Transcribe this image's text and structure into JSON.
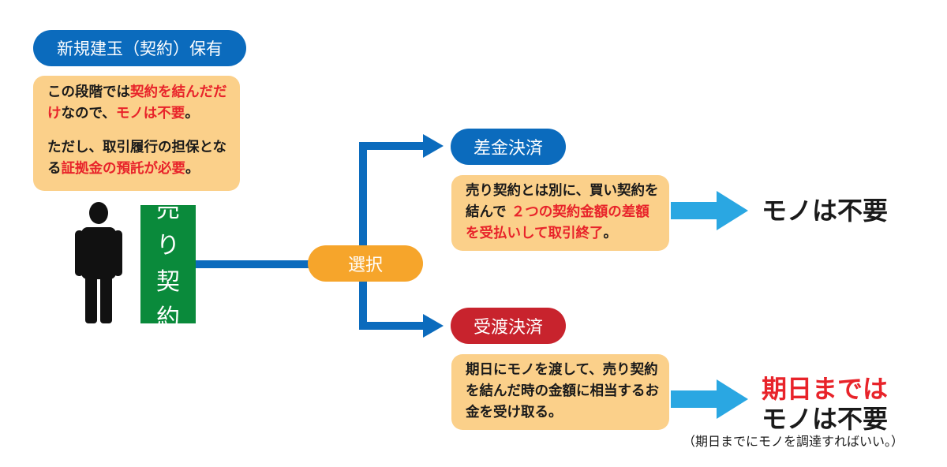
{
  "header": {
    "label": "新規建玉（契約）保有"
  },
  "note_top": {
    "p1": [
      "この段階では",
      "契約を結んだだけ",
      "なので、",
      "モノは不要",
      "。"
    ],
    "p2": [
      "ただし、取引履行の担保となる",
      "証拠金の預託が必要",
      "。"
    ]
  },
  "sell_label": [
    "売",
    "り",
    "契",
    "約"
  ],
  "choice": {
    "label": "選択"
  },
  "branch_top": {
    "label": "差金決済",
    "desc": [
      "売り契約とは別に、買い契約を結んで ",
      "２つの契約金額の差額を受払いして取引終了",
      "。"
    ],
    "result": "モノは不要"
  },
  "branch_bottom": {
    "label": "受渡決済",
    "desc": "期日にモノを渡して、売り契約を結んだ時の金額に相当するお金を受け取る。",
    "result_line1": "期日までは",
    "result_line2": "モノは不要",
    "note": "（期日までにモノを調達すればいい。）"
  },
  "colors": {
    "blue": "#0b6bbd",
    "orange_note": "#fbd08a",
    "orange_pill": "#f6a52b",
    "red_pill": "#c8232d",
    "green": "#0a8a3b",
    "red_text": "#e8232a",
    "arrow_light": "#2aa7e2"
  }
}
